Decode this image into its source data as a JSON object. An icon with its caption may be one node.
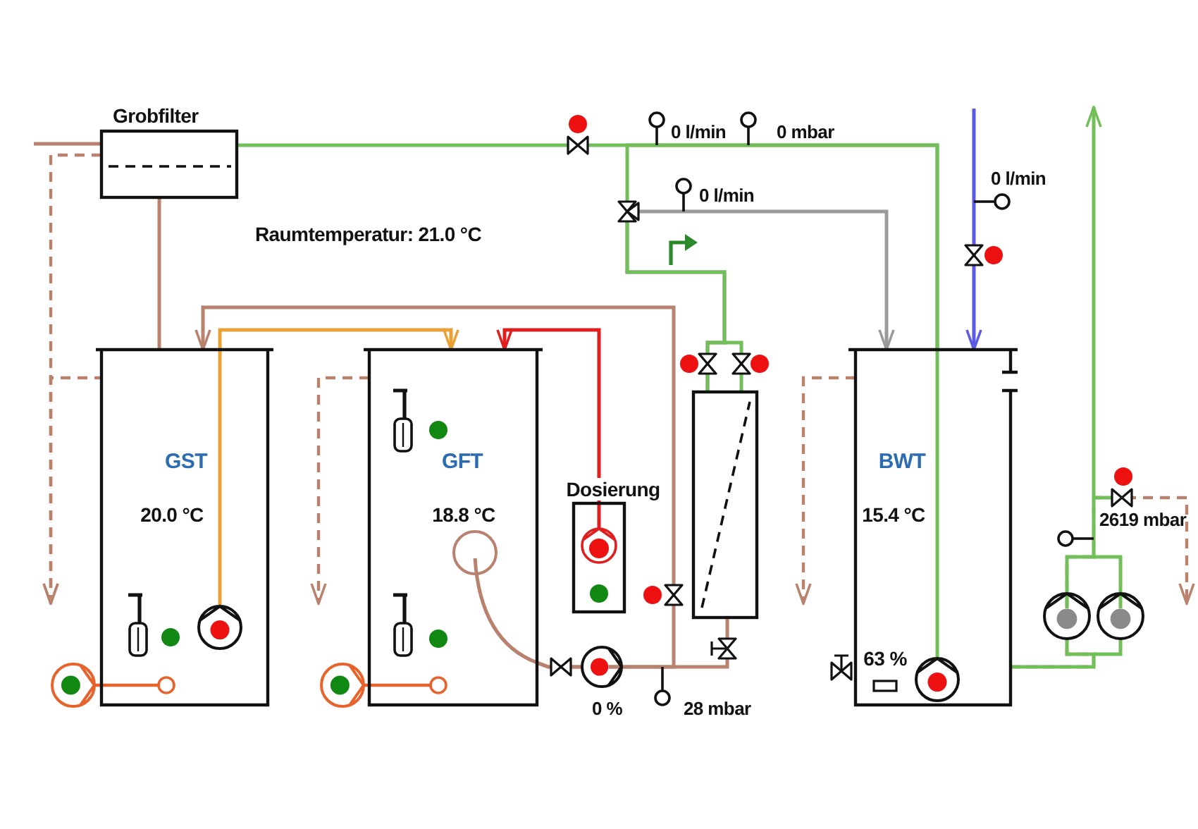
{
  "diagram": {
    "nodes": [
      {
        "text": [
          "Grobfilter"
        ]
      },
      {
        "text": [
          "GST",
          "20.0 °C"
        ]
      },
      {
        "text": [
          "GFT",
          "18.8 °C"
        ]
      },
      {
        "text": [
          "Dosierung"
        ]
      },
      {
        "text": [],
        "shape": "box"
      },
      {
        "text": [
          "BWT",
          "15.4 °C",
          "63 %"
        ]
      }
    ],
    "edges": [
      {
        "from": null,
        "to": 0,
        "arrow": "none"
      },
      {
        "from": 0,
        "to": 1,
        "arrow": "none"
      },
      {
        "from": 0,
        "to": null,
        "arrow": "to",
        "style": "dashed"
      },
      {
        "from": 1,
        "to": null,
        "arrow": "to",
        "style": "dashed"
      },
      {
        "from": 2,
        "to": null,
        "arrow": "to",
        "style": "dashed"
      },
      {
        "from": 5,
        "to": null,
        "arrow": "to",
        "style": "dashed"
      },
      {
        "from": 5,
        "to": 0,
        "arrow": "none",
        "color": "#72bf5a"
      },
      {
        "from": 5,
        "to": 4,
        "arrow": "none",
        "color": "#72bf5a"
      },
      {
        "from": 4,
        "to": 5,
        "arrow": "to",
        "color": "#9a9a9a"
      },
      {
        "from": null,
        "to": 5,
        "arrow": "to",
        "color": "#5a5ae6"
      },
      {
        "from": 5,
        "to": null,
        "arrow": "to",
        "color": "#72bf5a"
      },
      {
        "from": 1,
        "to": 2,
        "arrow": "to",
        "color": "#eaa033"
      },
      {
        "from": 3,
        "to": 2,
        "arrow": "to",
        "color": "#e01e1e"
      },
      {
        "from": 2,
        "to": 1,
        "arrow": "to"
      },
      {
        "from": 2,
        "to": 4,
        "arrow": "none"
      },
      {
        "from": 5,
        "to": null,
        "arrow": "to",
        "style": "dashed"
      }
    ],
    "labels": [
      "0 l/min",
      "0 mbar",
      "0 l/min",
      "0 l/min",
      "Raumtemperatur: 21.0 °C",
      "2619 mbar",
      "0 %",
      "28 mbar"
    ]
  }
}
